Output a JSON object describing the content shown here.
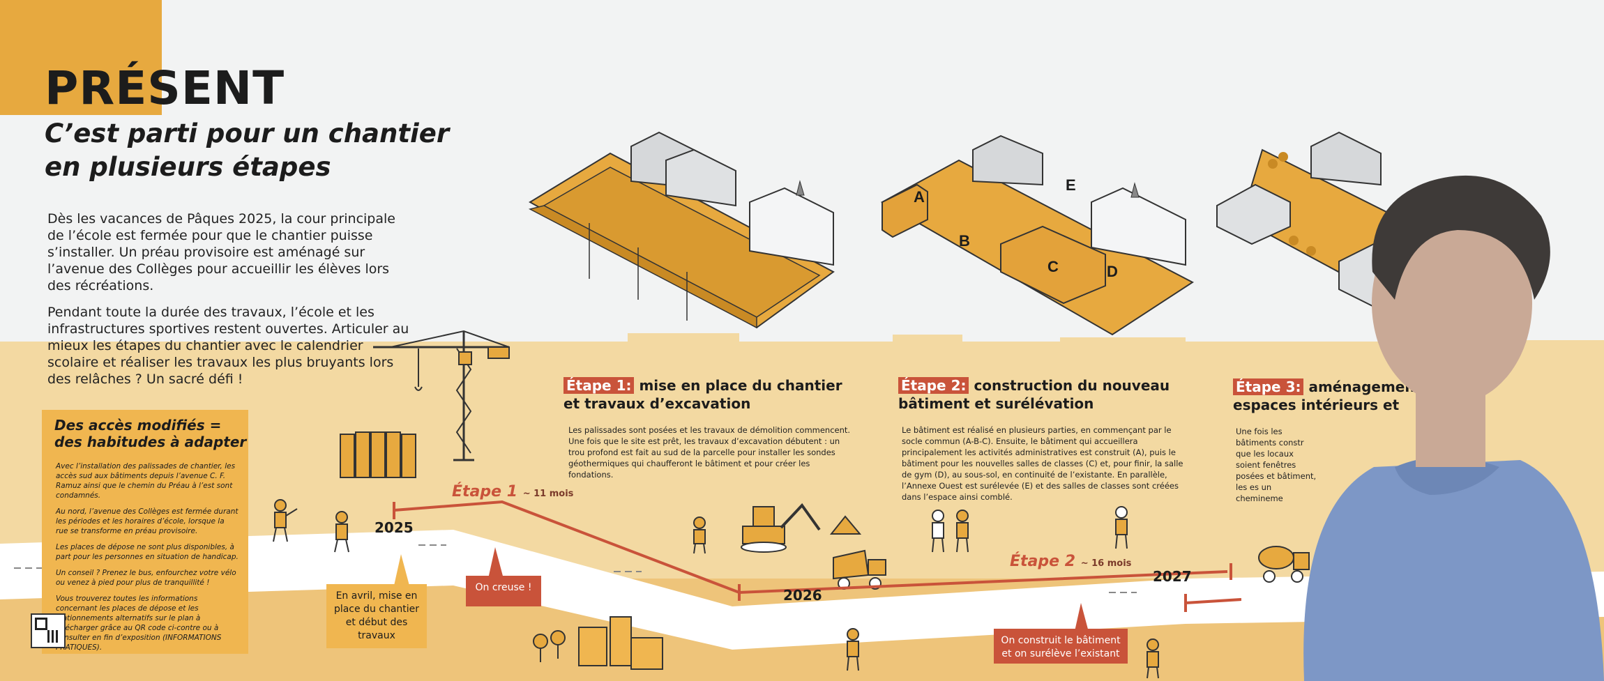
{
  "header": {
    "title": "PRÉSENT",
    "subtitle_line1": "C’est parti pour un chantier",
    "subtitle_line2": "en plusieurs étapes"
  },
  "intro": {
    "paragraph1": "Dès les vacances de Pâques 2025, la cour principale de l’école est fermée pour que le chantier puisse s’installer. Un préau provisoire est aménagé sur l’avenue des Collèges pour accueillir les élèves lors des récréations.",
    "paragraph2": "Pendant toute la durée des travaux, l’école et les infrastructures sportives restent ouvertes. Articuler au mieux les étapes du chantier avec le calendrier scolaire et réaliser les travaux les plus bruyants lors des relâches ? Un sacré défi !"
  },
  "acces": {
    "title_line1": "Des accès modifiés =",
    "title_line2": "des habitudes à adapter",
    "p1": "Avec l’installation des palissades de chantier, les accès sud aux bâtiments depuis l’avenue C. F. Ramuz ainsi que le chemin du Préau à l’est sont condamnés.",
    "p2": "Au nord, l’avenue des Collèges est fermée durant les périodes et les horaires d’école, lorsque la rue se transforme en préau provisoire.",
    "p3": "Les places de dépose ne sont plus disponibles, à part pour les personnes en situation de handicap.",
    "p4": "Un conseil ? Prenez le bus, enfourchez votre vélo ou venez à pied pour plus de tranquillité !",
    "p5": "Vous trouverez toutes les informations concernant les places de dépose et les stationnements alternatifs sur le plan à télécharger grâce au QR code ci-contre ou à consulter en fin d’exposition (INFORMATIONS PRATIQUES)."
  },
  "stages": [
    {
      "tag": "Étape 1:",
      "title_rest_line1": " mise en place du chantier",
      "title_line2": "et travaux d’excavation",
      "body": "Les palissades sont posées et les travaux de démolition commencent. Une fois que le site est prêt, les travaux d’excavation débutent : un trou profond est fait au sud de la parcelle pour installer les sondes géothermiques qui chaufferont le bâtiment et pour créer les fondations."
    },
    {
      "tag": "Étape 2:",
      "title_rest_line1": " construction du nouveau",
      "title_line2": "bâtiment et surélévation",
      "body": "Le bâtiment est réalisé en plusieurs parties, en commençant par le socle commun (A-B-C). Ensuite, le bâtiment qui accueillera principalement les activités administratives est construit (A), puis le bâtiment pour les nouvelles salles de classes (C) et, pour finir, la salle de gym (D), au sous-sol, en continuité de l’existante. En parallèle, l’Annexe Ouest est surélevée (E) et des salles de classes sont créées dans l’espace ainsi comblé."
    },
    {
      "tag": "Étape 3:",
      "title_rest_line1": " aménagement d",
      "title_line2": "espaces intérieurs et",
      "body": "Une fois les bâtiments constr que les locaux soient fenêtres posées et bâtiment, les es un chemineme"
    }
  ],
  "plan_labels": [
    "A",
    "B",
    "C",
    "D",
    "E"
  ],
  "timeline": {
    "etape1_label": "Étape 1",
    "etape1_duration": "~ 11 mois",
    "etape2_label": "Étape 2",
    "etape2_duration": "~ 16 mois",
    "year_2025": "2025",
    "year_2026": "2026",
    "year_2027": "2027"
  },
  "callouts": {
    "avril": "En avril, mise en place du chantier et début des travaux",
    "creuse": "On creuse !",
    "construit": "On construit le bâtiment et on surélève l’existant"
  },
  "colors": {
    "accent_orange": "#e7a93f",
    "accent_red": "#c9533a",
    "ground_light": "#f3d9a2"
  }
}
